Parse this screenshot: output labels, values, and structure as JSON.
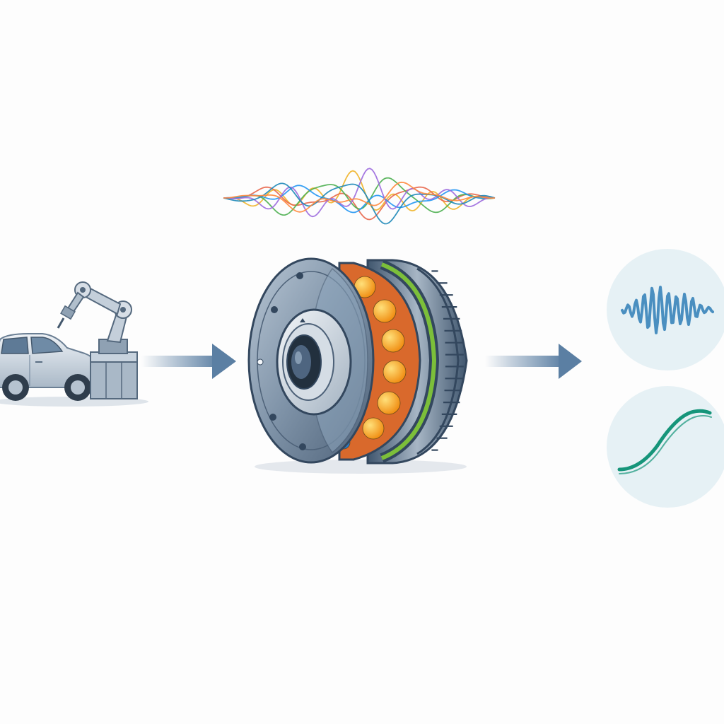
{
  "diagram": {
    "nodes": [
      {
        "id": "source",
        "icon": "car-with-robot-arm-icon",
        "label": ""
      },
      {
        "id": "bearing",
        "icon": "ball-bearing-icon",
        "label": ""
      },
      {
        "id": "output-vibration",
        "icon": "vibration-waveform-icon",
        "label": ""
      },
      {
        "id": "output-trend",
        "icon": "trend-curve-icon",
        "label": ""
      }
    ],
    "arrows": [
      {
        "from": "source",
        "to": "bearing"
      },
      {
        "from": "bearing",
        "to": "output-vibration"
      }
    ],
    "signal_lines": [
      {
        "color": "#f0b429"
      },
      {
        "color": "#e8664a"
      },
      {
        "color": "#4caf50"
      },
      {
        "color": "#2196f3"
      },
      {
        "color": "#9c6ade"
      },
      {
        "color": "#1e88b8"
      },
      {
        "color": "#ff8a3d"
      }
    ],
    "colors": {
      "arrow": "#5b7fa3",
      "steel": "#7f93a8",
      "steel_dark": "#33475e",
      "ring_orange": "#d9692c",
      "ring_green": "#7cbf3a",
      "ball_yellow": "#f4a61d",
      "ball_blue": "#2f8fe0",
      "output_bg": "#e6f1f5",
      "wave_blue": "#4a8fc0",
      "curve_teal": "#16957a"
    }
  }
}
